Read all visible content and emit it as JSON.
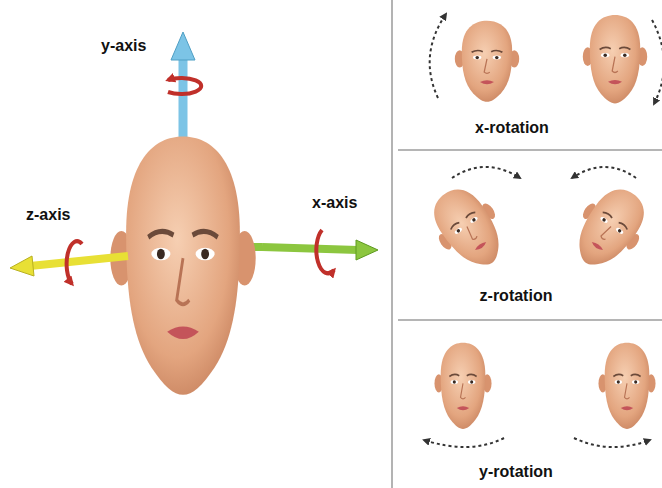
{
  "diagram": {
    "labels": [
      "y-axis",
      "z-axis",
      "x-axis",
      "x-rotation",
      "z-rotation",
      "y-rotation"
    ]
  }
}
